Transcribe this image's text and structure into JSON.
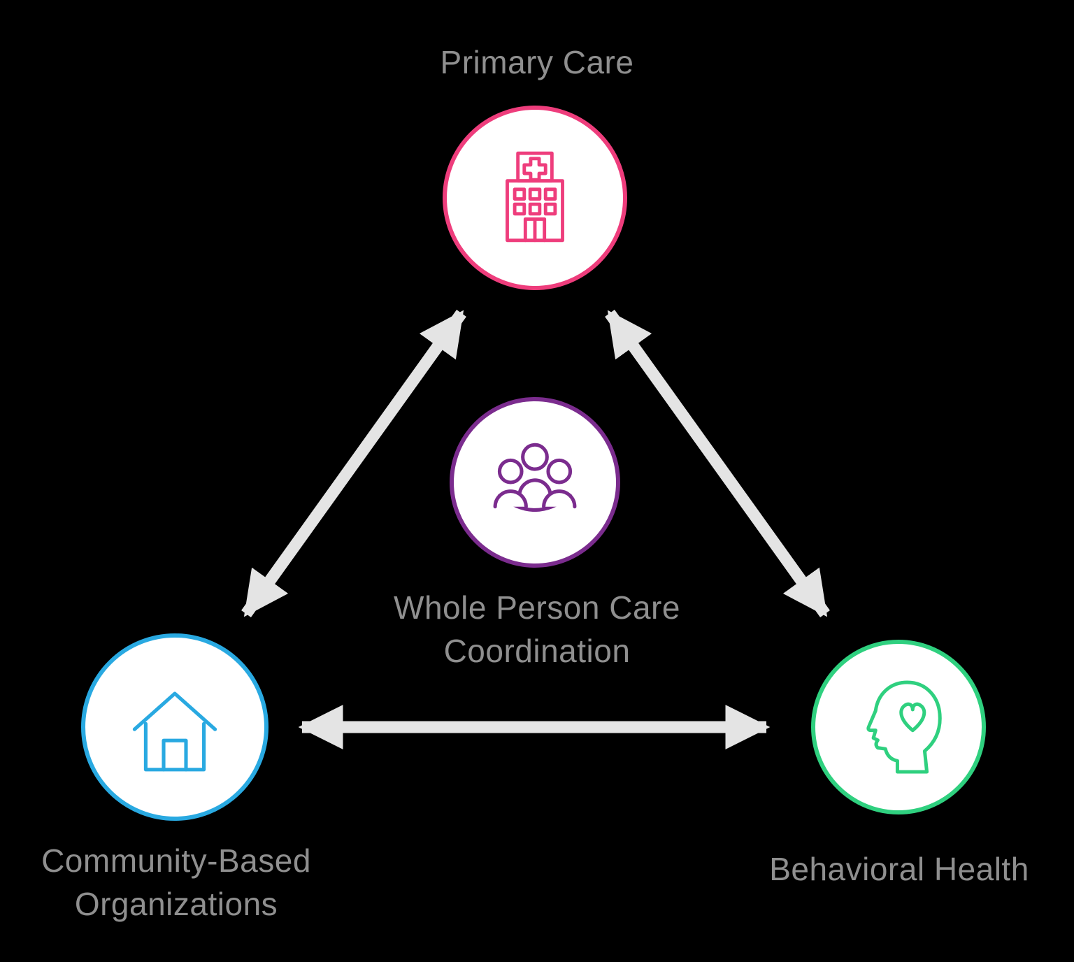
{
  "background": "#000000",
  "text_color": "#8f8f8f",
  "node_fill": "#ffffff",
  "nodes": {
    "primary": {
      "label": "Primary Care",
      "color": "#ee3d7c",
      "icon": "hospital-building-icon"
    },
    "community": {
      "label_line1": "Community-Based",
      "label_line2": "Organizations",
      "color": "#29a9e1",
      "icon": "house-icon"
    },
    "behavioral": {
      "label": "Behavioral Health",
      "color": "#2fd07f",
      "icon": "head-with-heart-icon"
    },
    "center": {
      "label_line1": "Whole Person Care",
      "label_line2": "Coordination",
      "color": "#7b2c8e",
      "icon": "people-group-icon"
    }
  },
  "arrows": {
    "color": "#e4e4e4",
    "style": "double-headed",
    "connections": [
      "primary-care <-> community-based-organizations",
      "primary-care <-> behavioral-health",
      "community-based-organizations <-> behavioral-health"
    ]
  }
}
